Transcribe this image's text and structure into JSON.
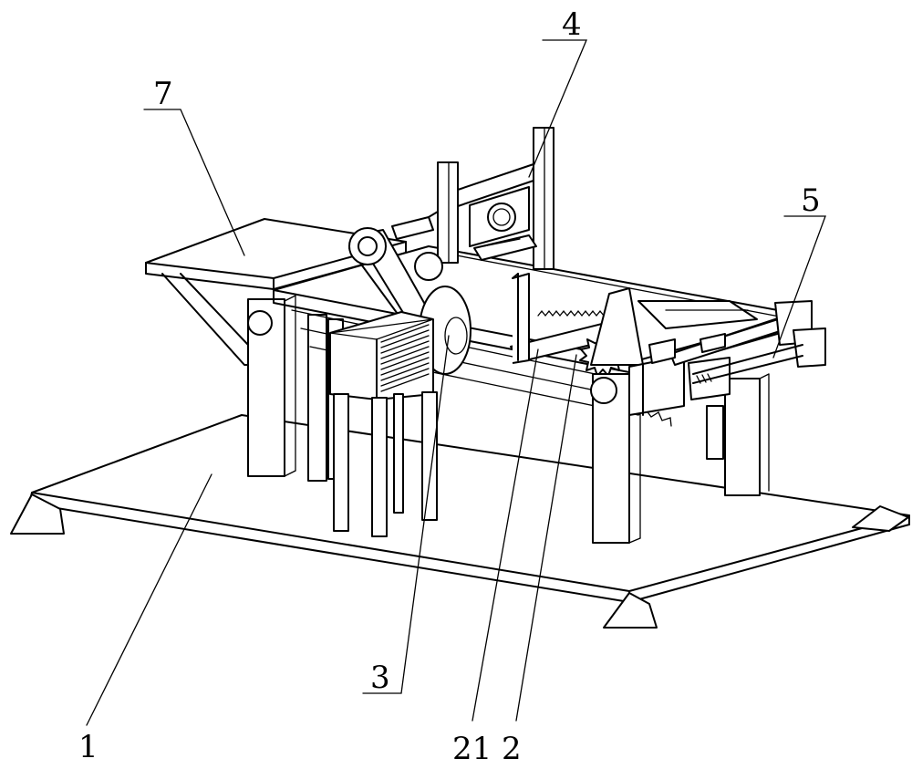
{
  "figure": {
    "labels": {
      "base_plate": "1",
      "conveyor": "2",
      "conveyor_rack": "21",
      "drive_unit": "3",
      "lifting_frame": "4",
      "guide_rod_assembly": "5",
      "feed_table": "7"
    }
  }
}
